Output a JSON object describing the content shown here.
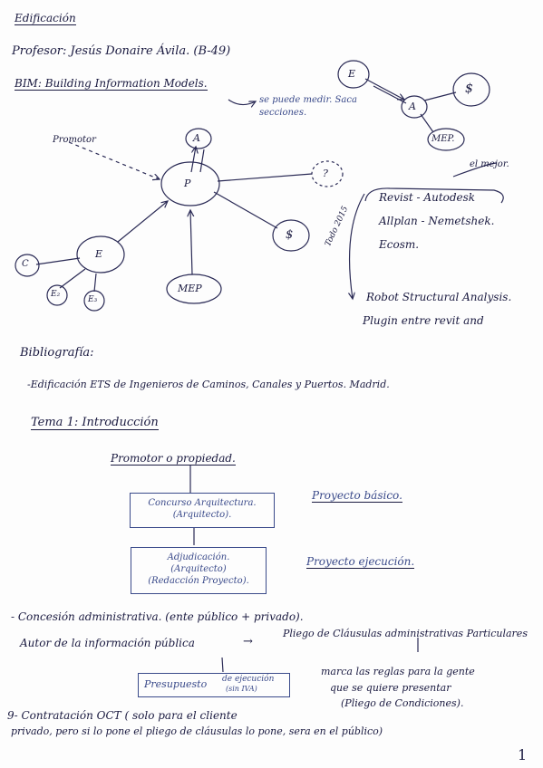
{
  "header": {
    "subject": "Edificación",
    "teacher": "Profesor: Jesús Donaire Ávila. (B-49)",
    "bim": "BIM: Building Information Models.",
    "note_sections": "se puede medir. Saca secciones."
  },
  "diagram_left": {
    "promotor": "Promotor",
    "nodes": {
      "p": "P",
      "a": "A",
      "unknown": "?",
      "dollar": "$",
      "mep": "MEP",
      "e": "E",
      "c": "C",
      "e2": "E₂",
      "e3": "E₃"
    }
  },
  "diagram_right": {
    "nodes": {
      "e": "E",
      "a": "A",
      "dollar": "$",
      "mep": "MEP."
    }
  },
  "software": {
    "best": "el mejor.",
    "revit": "Revist - Autodesk",
    "allplan": "Allplan - Nemetshek.",
    "ecosm": "Ecosm.",
    "all2015": "Todo 2015",
    "robot": "Robot Structural Analysis.",
    "plugin": "Plugin entre revit and"
  },
  "bibliography": {
    "title": "Bibliografía:",
    "item": "-Edificación ETS de Ingenieros de Caminos, Canales y Puertos. Madrid."
  },
  "tema": {
    "title": "Tema 1: Introducción"
  },
  "flow": {
    "top": "Promotor o propiedad.",
    "box1": [
      "Concurso Arquitectura.",
      "(Arquitecto)."
    ],
    "box1_note": "Proyecto básico.",
    "box2": [
      "Adjudicación.",
      "(Arquitecto)",
      "(Redacción Proyecto)."
    ],
    "box2_note": "Proyecto ejecución."
  },
  "notes": {
    "concesion": "- Concesión administrativa. (ente público + privado).",
    "autor": "Autor de la información pública",
    "arrow": "→",
    "pliego": "Pliego de Cláusulas administrativas Particulares",
    "presupuesto": [
      "Presupuesto",
      "de ejecución",
      "(sin IVA)"
    ],
    "marca1": "marca las reglas para la gente",
    "marca2": "que se quiere presentar",
    "marca3": "(Pliego de Condiciones).",
    "contrat1": "9- Contratación OCT ( solo para el cliente",
    "contrat2": "privado, pero si lo pone el pliego de cláusulas lo pone, sera en el público)"
  },
  "footer": {
    "page_number": "1"
  }
}
